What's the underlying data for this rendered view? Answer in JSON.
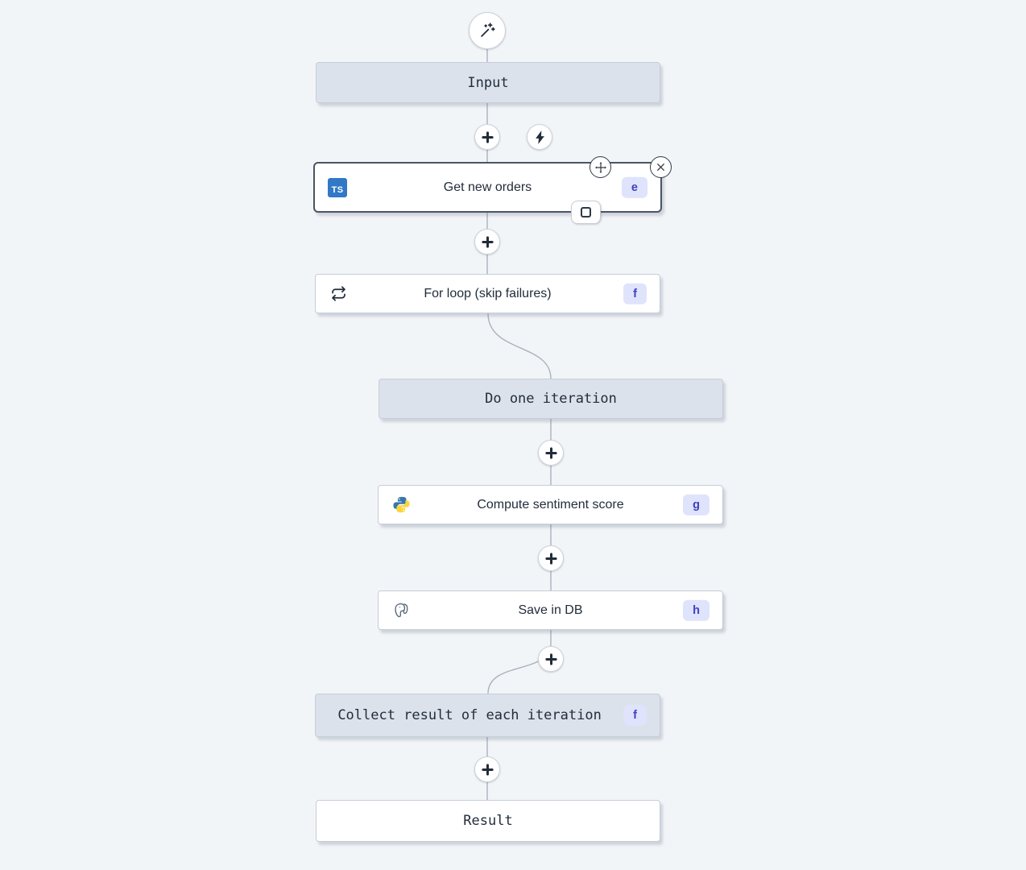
{
  "flow": {
    "nodes": {
      "input": {
        "label": "Input"
      },
      "get_new_orders": {
        "label": "Get new orders",
        "badge": "e",
        "language": "typescript"
      },
      "for_loop": {
        "label": "For loop (skip failures)",
        "badge": "f"
      },
      "do_one_iteration": {
        "label": "Do one iteration"
      },
      "compute_sentiment_score": {
        "label": "Compute sentiment score",
        "badge": "g",
        "language": "python"
      },
      "save_in_db": {
        "label": "Save in DB",
        "badge": "h",
        "language": "postgresql"
      },
      "collect_result": {
        "label": "Collect result of each iteration",
        "badge": "f"
      },
      "result": {
        "label": "Result"
      }
    },
    "typescript_icon_text": "TS"
  },
  "colors": {
    "canvas_bg": "#f2f5f8",
    "node_bg": "#ffffff",
    "virtual_bg": "#dbe2ec",
    "node_border": "#c5cdd7",
    "selected_border": "#4b5563",
    "connector": "#a9b2bd",
    "text_dark": "#222d3b",
    "badge_bg": "#dfe3fb",
    "badge_text": "#4040bf",
    "ts_blue": "#3178c6"
  }
}
